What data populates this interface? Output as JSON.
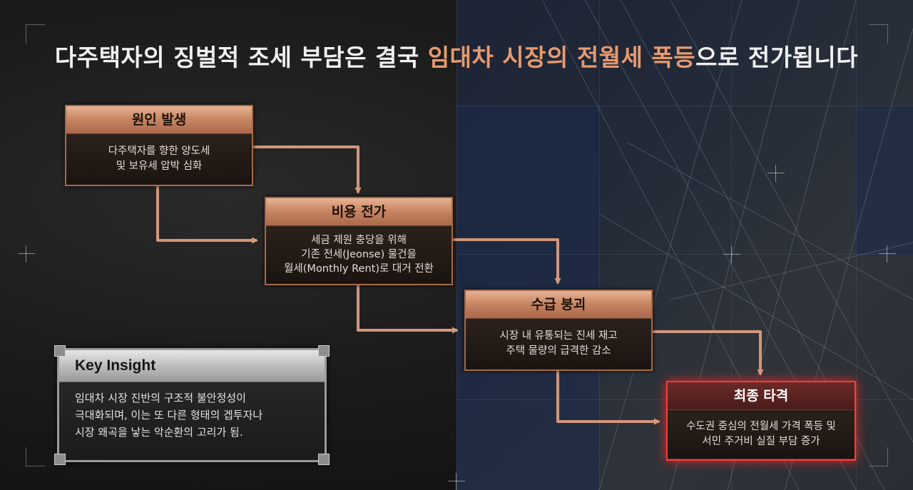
{
  "title": {
    "before": "다주택자의 징벌적 조세 부담은 결국 ",
    "highlight": "임대차 시장의 전월세 폭등",
    "after": "으로 전가됩니다"
  },
  "colors": {
    "accent": "#e89a6e",
    "copper": "#c98764",
    "alert": "#ff3b35"
  },
  "nodes": [
    {
      "title": "원인 발생",
      "lines": [
        "다주택자를 향한 양도세",
        "및 보유세 압박 심화"
      ]
    },
    {
      "title": "비용 전가",
      "lines": [
        "세금 제원 충당을 위해",
        "기존 전세(Jeonse) 물건을",
        "월세(Monthly Rent)로 대거 전환"
      ]
    },
    {
      "title": "수급 붕괴",
      "lines": [
        "시장 내 유통되는 진세 재고",
        "주택 물량의 급격한 감소"
      ]
    },
    {
      "title": "최종 타격",
      "lines": [
        "수도권 중심의 전월세 가격 폭등 및",
        "서민 주거비 실질 부담 증가"
      ]
    }
  ],
  "insight": {
    "heading": "Key Insight",
    "lines": [
      "임대차 시장 진반의 구조적 불안정성이",
      "극대화되며, 이는 또 다른 형태의 겝투자나",
      "시장 왜곡을 낳는 악순환의 고리가 됨."
    ]
  }
}
